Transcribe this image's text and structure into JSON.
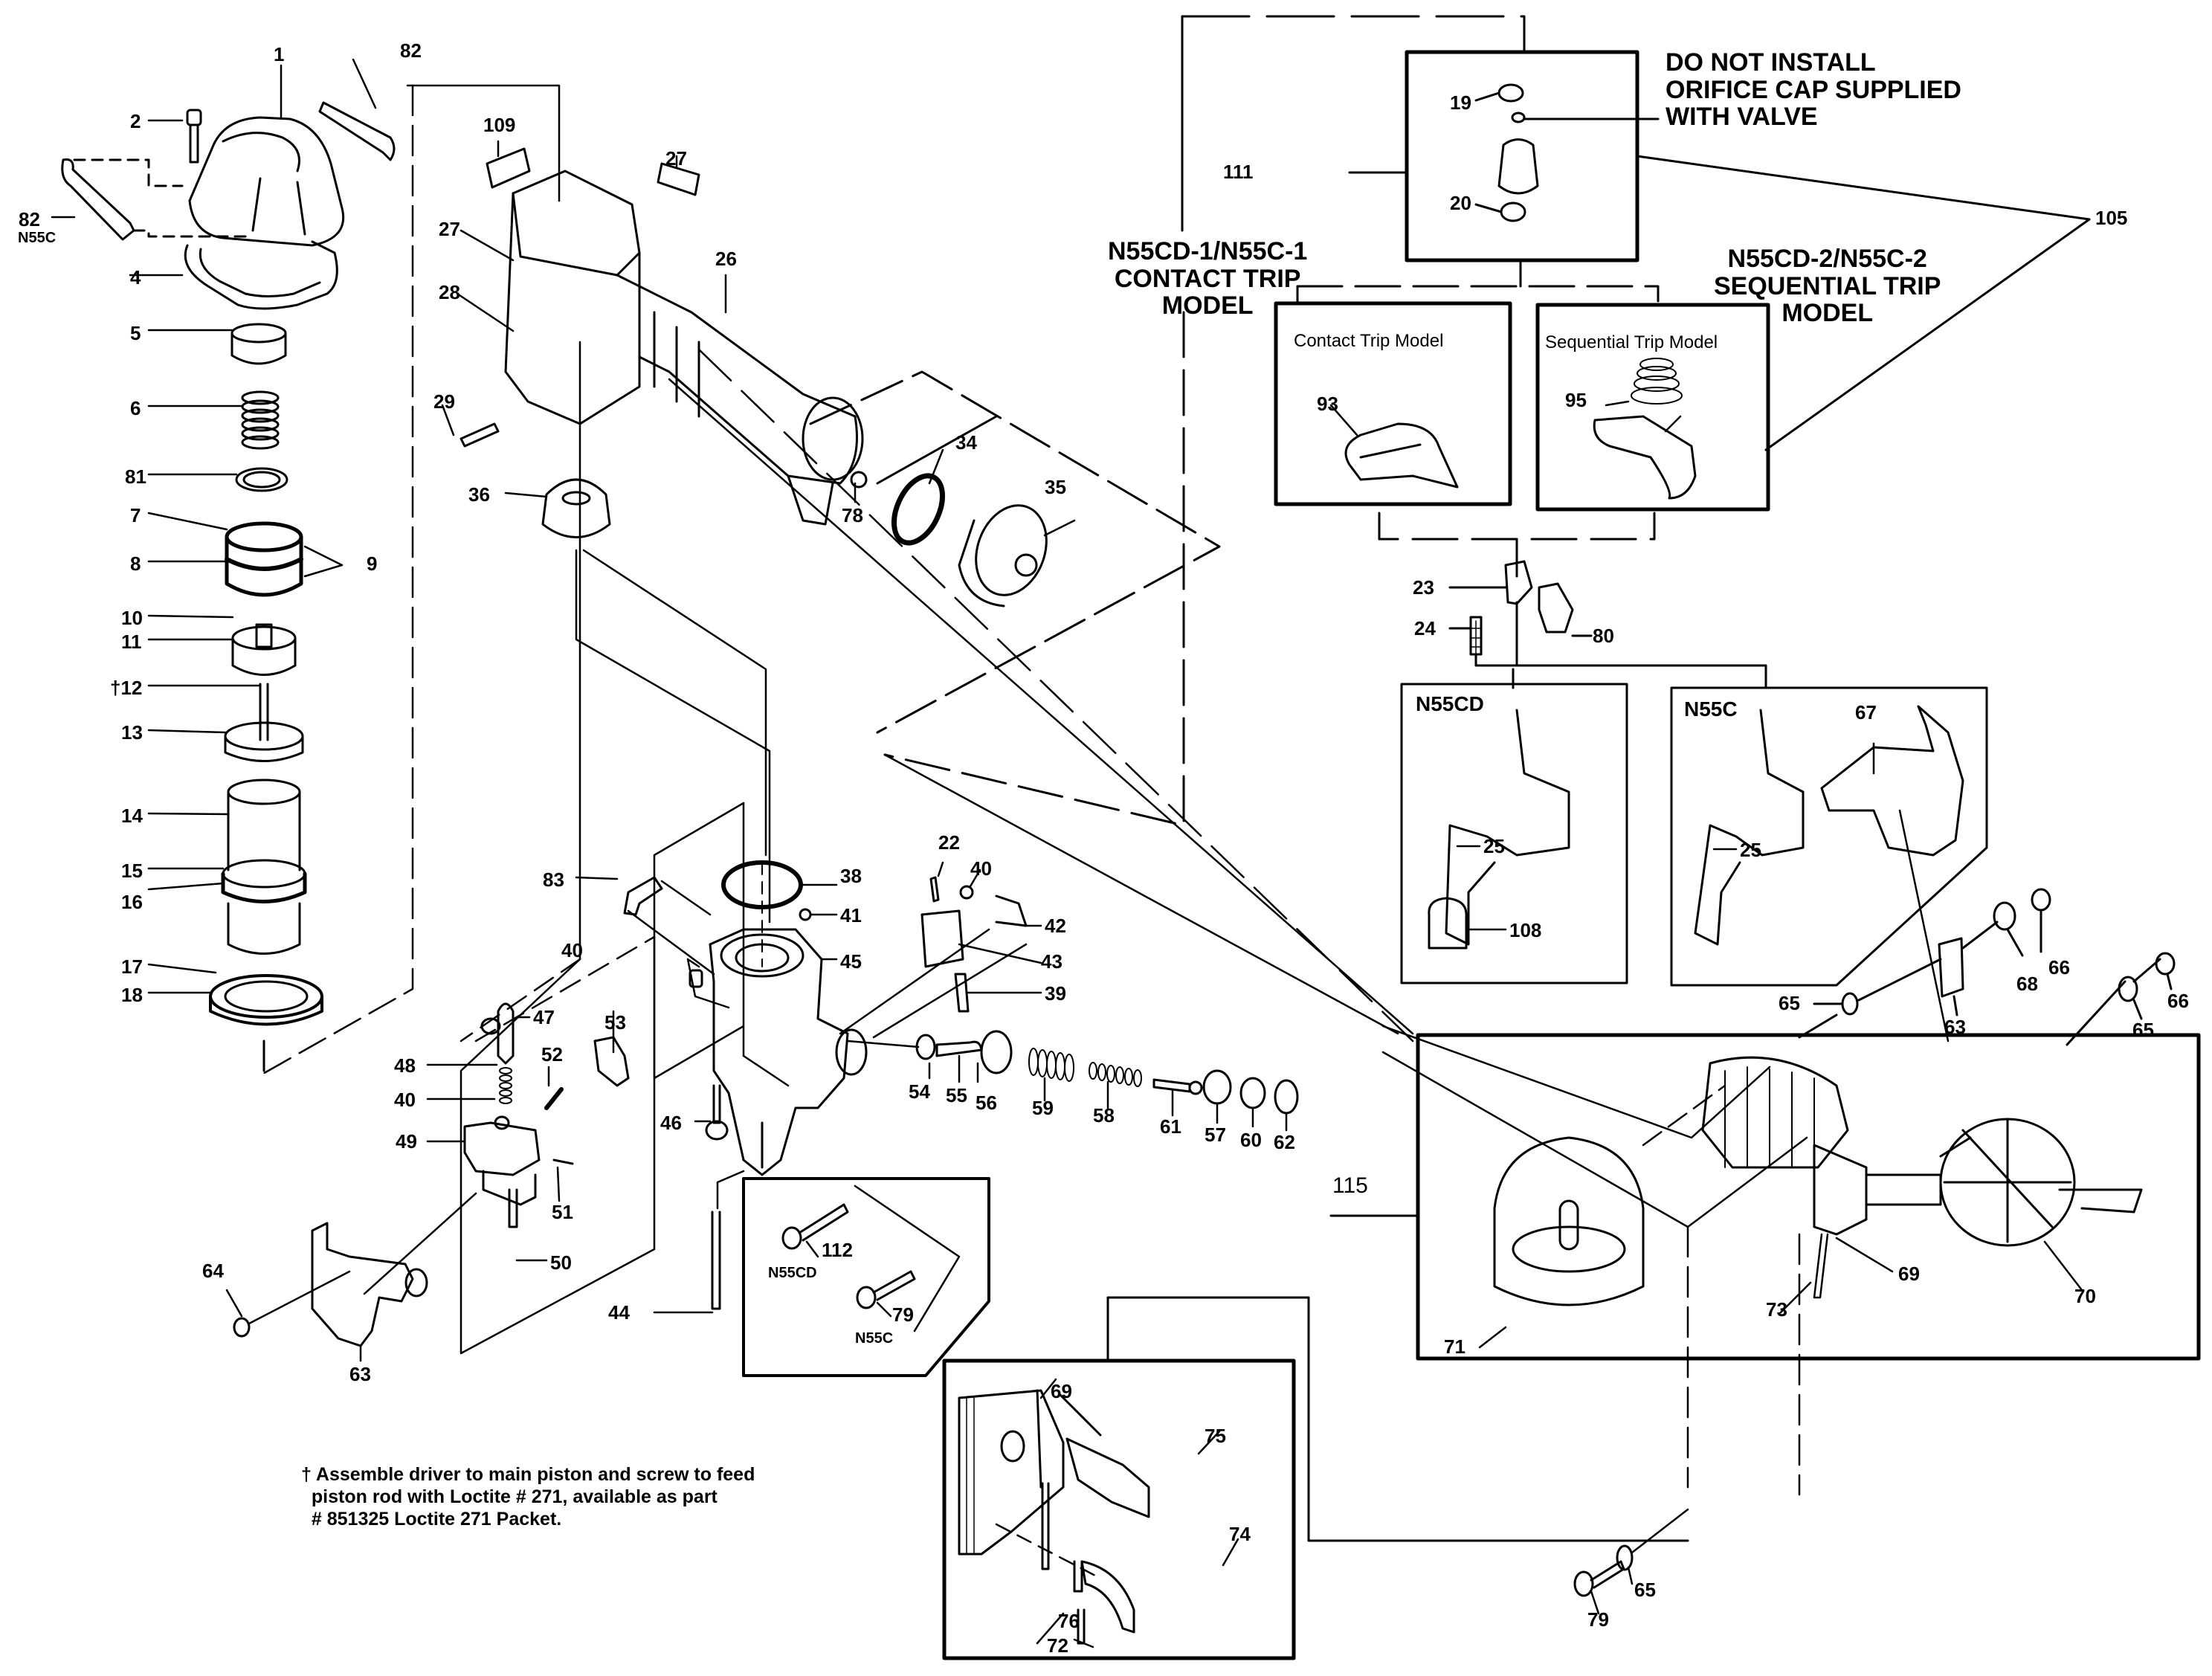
{
  "diagram": {
    "type": "exploded-parts-diagram",
    "subject": "Coil nailer N55C / N55CD"
  },
  "headings": {
    "orifice_warning": [
      "DO NOT INSTALL",
      "ORIFICE CAP SUPPLIED",
      "WITH VALVE"
    ],
    "contact_model": [
      "N55CD-1/N55C-1",
      "CONTACT TRIP",
      "MODEL"
    ],
    "sequential_model": [
      "N55CD-2/N55C-2",
      "SEQUENTIAL TRIP",
      "MODEL"
    ]
  },
  "boxes": {
    "contact_trip": "Contact Trip Model",
    "sequential_trip": "Sequential Trip Model",
    "n55cd": "N55CD",
    "n55c": "N55C"
  },
  "parts": {
    "p1": "1",
    "p2": "2",
    "p82a": "82",
    "p82b": "82",
    "p82b_sub": "N55C",
    "p4": "4",
    "p5": "5",
    "p6": "6",
    "p81": "81",
    "p7": "7",
    "p8": "8",
    "p9": "9",
    "p10": "10",
    "p11": "11",
    "p12": "†12",
    "p13": "13",
    "p14": "14",
    "p15": "15",
    "p16": "16",
    "p17": "17",
    "p18": "18",
    "p109": "109",
    "p27a": "27",
    "p27b": "27",
    "p26": "26",
    "p28": "28",
    "p29": "29",
    "p36": "36",
    "p78": "78",
    "p34": "34",
    "p35": "35",
    "p19": "19",
    "p20": "20",
    "p111": "111",
    "p105": "105",
    "p93": "93",
    "p95": "95",
    "p23": "23",
    "p24": "24",
    "p80": "80",
    "p25a": "25",
    "p108": "108",
    "p25b": "25",
    "p67": "67",
    "p65a": "65",
    "p63a": "63",
    "p68": "68",
    "p66a": "66",
    "p65b": "65",
    "p66b": "66",
    "p115": "115",
    "p71": "71",
    "p69a": "69",
    "p73": "73",
    "p70": "70",
    "p83": "83",
    "p38": "38",
    "p41": "41",
    "p40a": "40",
    "p45": "45",
    "p22": "22",
    "p40b": "40",
    "p42": "42",
    "p43": "43",
    "p39": "39",
    "p47": "47",
    "p53": "53",
    "p48": "48",
    "p52": "52",
    "p40c": "40",
    "p49": "49",
    "p51": "51",
    "p50": "50",
    "p46": "46",
    "p54": "54",
    "p55": "55",
    "p56": "56",
    "p59": "59",
    "p58": "58",
    "p61": "61",
    "p57": "57",
    "p60": "60",
    "p62": "62",
    "p64": "64",
    "p63b": "63",
    "p44": "44",
    "p112": "112",
    "p112_sub": "N55CD",
    "p79a": "79",
    "p79a_sub": "N55C",
    "p69b": "69",
    "p75": "75",
    "p74": "74",
    "p76": "76",
    "p72": "72",
    "p79b": "79",
    "p65c": "65"
  },
  "footnote": {
    "text": "† Assemble driver to main piston and screw to feed\n  piston rod with Loctite # 271, available as part\n  # 851325 Loctite 271 Packet."
  },
  "colors": {
    "ink": "#000000",
    "paper": "#ffffff"
  }
}
